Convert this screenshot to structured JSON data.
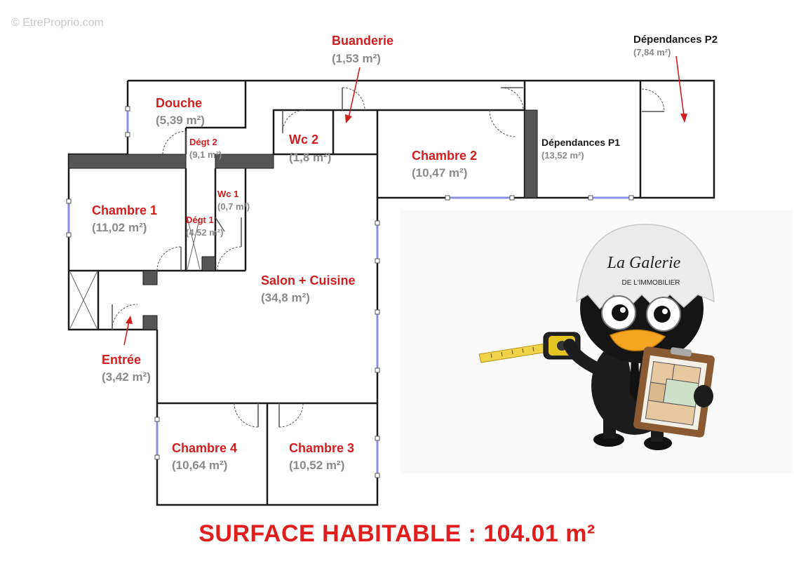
{
  "watermark": "© EtreProprio.com",
  "rooms": {
    "buanderie": {
      "name": "Buanderie",
      "area": "(1,53 m²)"
    },
    "dependances_p2": {
      "name": "Dépendances P2",
      "area": "(7,84 m²)"
    },
    "douche": {
      "name": "Douche",
      "area": "(5,39 m²)"
    },
    "degt2": {
      "name": "Dégt 2",
      "area": "(9,1 m²)"
    },
    "wc2": {
      "name": "Wc 2",
      "area": "(1,8 m²)"
    },
    "chambre2": {
      "name": "Chambre 2",
      "area": "(10,47 m²)"
    },
    "dependances_p1": {
      "name": "Dépendances P1",
      "area": "(13,52 m²)"
    },
    "chambre1": {
      "name": "Chambre 1",
      "area": "(11,02 m²)"
    },
    "wc1": {
      "name": "Wc 1",
      "area": "(0,7 m²)"
    },
    "degt1": {
      "name": "Dégt 1",
      "area": "(4,52 m²)"
    },
    "salon": {
      "name": "Salon + Cuisine",
      "area": "(34,8 m²)"
    },
    "entree": {
      "name": "Entrée",
      "area": "(3,42 m²)"
    },
    "chambre4": {
      "name": "Chambre 4",
      "area": "(10,64 m²)"
    },
    "chambre3": {
      "name": "Chambre 3",
      "area": "(10,52 m²)"
    }
  },
  "logo": {
    "line1": "La Galerie",
    "line2": "DE L'IMMOBILIER"
  },
  "surface_total": "SURFACE HABITABLE : 104.01 m²",
  "colors": {
    "room_label": "#d21e1e",
    "area_label": "#8a8a8a",
    "window": "#8a8fe0",
    "total": "#e01e1e"
  }
}
